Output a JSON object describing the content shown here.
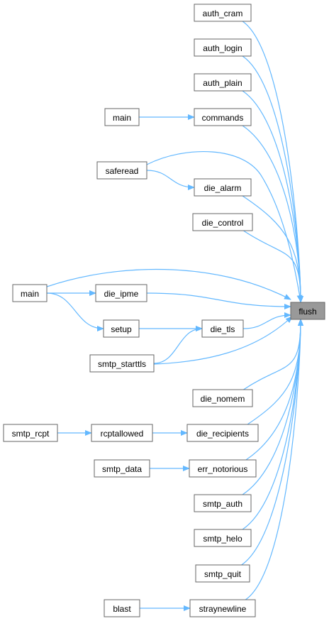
{
  "diagram": {
    "edge_color": "#63b8ff",
    "node_fill": "#ffffff",
    "node_stroke": "#666666",
    "highlight_fill": "#999999",
    "nodes": [
      {
        "id": "flush",
        "label": "flush",
        "highlight": true
      },
      {
        "id": "auth_cram",
        "label": "auth_cram"
      },
      {
        "id": "auth_login",
        "label": "auth_login"
      },
      {
        "id": "auth_plain",
        "label": "auth_plain"
      },
      {
        "id": "main_a",
        "label": "main"
      },
      {
        "id": "commands",
        "label": "commands"
      },
      {
        "id": "saferead",
        "label": "saferead"
      },
      {
        "id": "die_alarm",
        "label": "die_alarm"
      },
      {
        "id": "die_control",
        "label": "die_control"
      },
      {
        "id": "main_b",
        "label": "main"
      },
      {
        "id": "die_ipme",
        "label": "die_ipme"
      },
      {
        "id": "setup",
        "label": "setup"
      },
      {
        "id": "die_tls",
        "label": "die_tls"
      },
      {
        "id": "smtp_starttls",
        "label": "smtp_starttls"
      },
      {
        "id": "die_nomem",
        "label": "die_nomem"
      },
      {
        "id": "smtp_rcpt",
        "label": "smtp_rcpt"
      },
      {
        "id": "rcptallowed",
        "label": "rcptallowed"
      },
      {
        "id": "die_recipients",
        "label": "die_recipients"
      },
      {
        "id": "smtp_data",
        "label": "smtp_data"
      },
      {
        "id": "err_notorious",
        "label": "err_notorious"
      },
      {
        "id": "smtp_auth",
        "label": "smtp_auth"
      },
      {
        "id": "smtp_helo",
        "label": "smtp_helo"
      },
      {
        "id": "smtp_quit",
        "label": "smtp_quit"
      },
      {
        "id": "blast",
        "label": "blast"
      },
      {
        "id": "straynewline",
        "label": "straynewline"
      }
    ],
    "edges": [
      {
        "from": "auth_cram",
        "to": "flush"
      },
      {
        "from": "auth_login",
        "to": "flush"
      },
      {
        "from": "auth_plain",
        "to": "flush"
      },
      {
        "from": "main_a",
        "to": "commands"
      },
      {
        "from": "commands",
        "to": "flush"
      },
      {
        "from": "saferead",
        "to": "flush"
      },
      {
        "from": "saferead",
        "to": "die_alarm"
      },
      {
        "from": "die_alarm",
        "to": "flush"
      },
      {
        "from": "die_control",
        "to": "flush"
      },
      {
        "from": "main_b",
        "to": "flush"
      },
      {
        "from": "main_b",
        "to": "die_ipme"
      },
      {
        "from": "main_b",
        "to": "setup"
      },
      {
        "from": "die_ipme",
        "to": "flush"
      },
      {
        "from": "setup",
        "to": "die_tls"
      },
      {
        "from": "die_tls",
        "to": "flush"
      },
      {
        "from": "smtp_starttls",
        "to": "die_tls"
      },
      {
        "from": "smtp_starttls",
        "to": "flush"
      },
      {
        "from": "die_nomem",
        "to": "flush"
      },
      {
        "from": "smtp_rcpt",
        "to": "rcptallowed"
      },
      {
        "from": "rcptallowed",
        "to": "die_recipients"
      },
      {
        "from": "die_recipients",
        "to": "flush"
      },
      {
        "from": "smtp_data",
        "to": "err_notorious"
      },
      {
        "from": "err_notorious",
        "to": "flush"
      },
      {
        "from": "smtp_auth",
        "to": "flush"
      },
      {
        "from": "smtp_helo",
        "to": "flush"
      },
      {
        "from": "smtp_quit",
        "to": "flush"
      },
      {
        "from": "blast",
        "to": "straynewline"
      },
      {
        "from": "straynewline",
        "to": "flush"
      }
    ]
  }
}
